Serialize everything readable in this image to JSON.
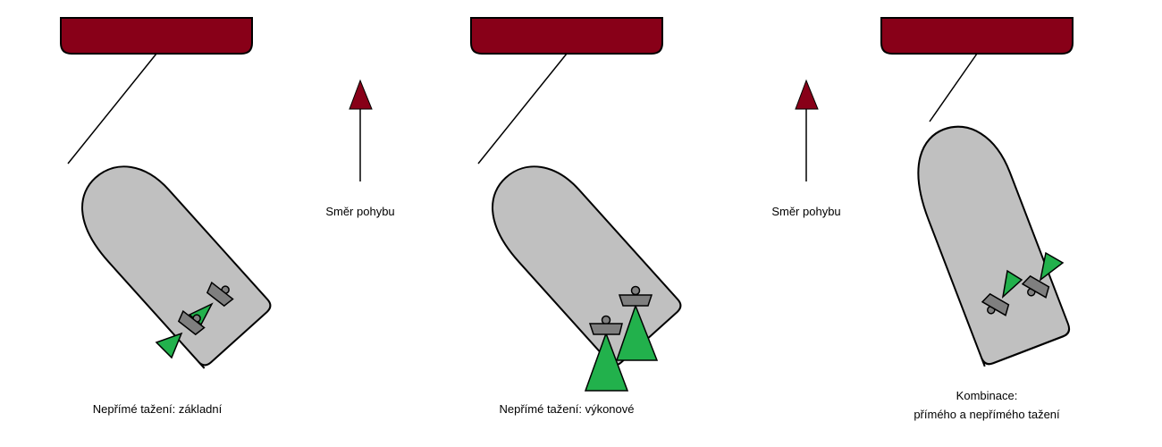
{
  "colors": {
    "tug": "#880018",
    "hull": "#c0c0c0",
    "thrust": "#22b14c",
    "thruster_body": "#7f7f7f"
  },
  "direction_label": "Směr pohybu",
  "panels": [
    {
      "caption": "Nepřímé tažení: základní"
    },
    {
      "caption": "Nepřímé tažení: výkonové"
    },
    {
      "caption_line1": "Kombinace:",
      "caption_line2": "přímého a nepřímého tažení"
    }
  ]
}
